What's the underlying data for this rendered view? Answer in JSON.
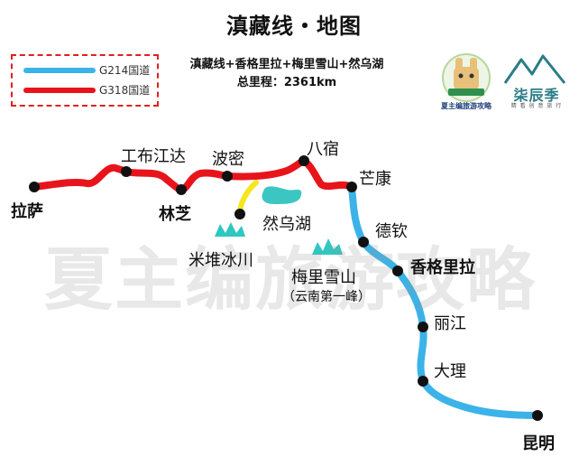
{
  "title": "滇藏线・地图",
  "subtitle": "滇藏线+香格里拉+梅里雪山+然乌湖",
  "total_distance": "总里程：2361km",
  "legend": [
    {
      "label": "G214国道",
      "color": "#3bb3e8"
    },
    {
      "label": "G318国道",
      "color": "#e8141c"
    }
  ],
  "logos": {
    "left_caption": "夏主编旅游攻略",
    "right_name": "柒辰季",
    "right_tagline": "精 看 创 意 旅 行"
  },
  "watermark": "夏主编旅游攻略",
  "places": [
    {
      "id": "lhasa",
      "name": "拉萨",
      "bold": true
    },
    {
      "id": "gongbujiangda",
      "name": "工布江达",
      "bold": false
    },
    {
      "id": "linzhi",
      "name": "林芝",
      "bold": true
    },
    {
      "id": "bomi",
      "name": "波密",
      "bold": false
    },
    {
      "id": "basu",
      "name": "八宿",
      "bold": false
    },
    {
      "id": "mangkang",
      "name": "芒康",
      "bold": false
    },
    {
      "id": "ranwu",
      "name": "然乌湖",
      "bold": false
    },
    {
      "id": "midui",
      "name": "米堆冰川",
      "bold": false
    },
    {
      "id": "meili",
      "name": "梅里雪山",
      "bold": false
    },
    {
      "id": "meili_note",
      "name": "（云南第一峰）",
      "bold": false
    },
    {
      "id": "deqin",
      "name": "德钦",
      "bold": false
    },
    {
      "id": "shangrila",
      "name": "香格里拉",
      "bold": true
    },
    {
      "id": "lijiang",
      "name": "丽江",
      "bold": false
    },
    {
      "id": "dali",
      "name": "大理",
      "bold": false
    },
    {
      "id": "kunming",
      "name": "昆明",
      "bold": true
    }
  ],
  "colors": {
    "g318": "#e8141c",
    "g214": "#3bb3e8",
    "branch": "#f5e61e",
    "lake": "#3cc6c2",
    "glacier": "#2fc7c0",
    "marker": "#111111"
  }
}
